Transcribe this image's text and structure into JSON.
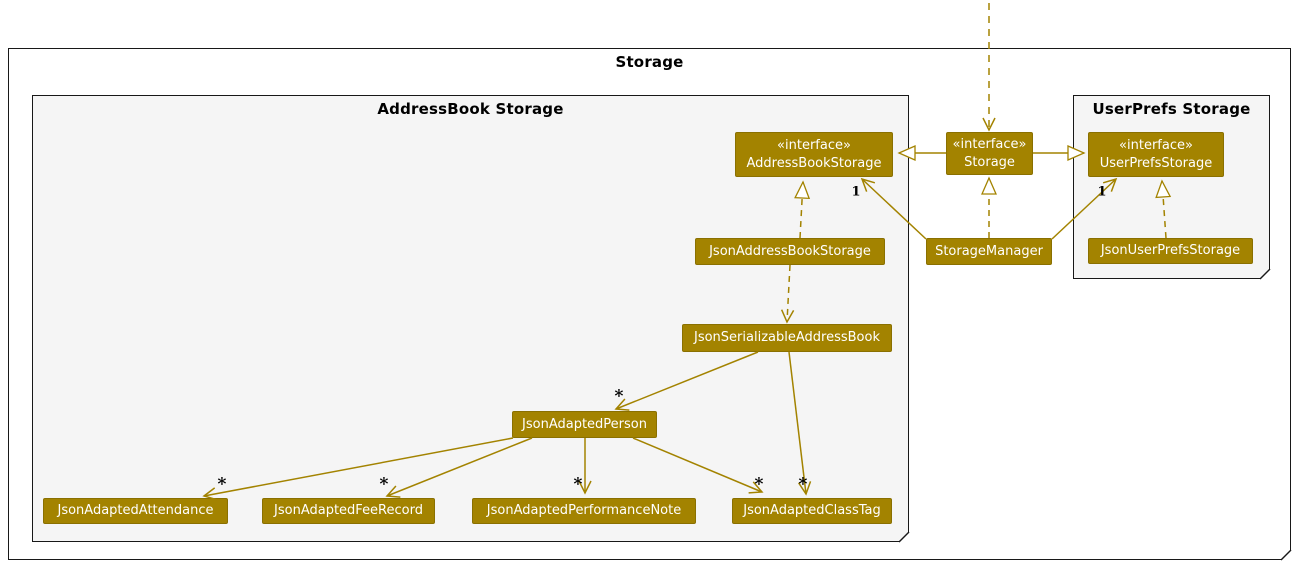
{
  "frames": {
    "outer": {
      "title": "Storage"
    },
    "addressbook": {
      "title": "AddressBook Storage"
    },
    "userprefs": {
      "title": "UserPrefs Storage"
    }
  },
  "nodes": {
    "addressBookStorageInterface": {
      "stereotype": "«interface»",
      "label": "AddressBookStorage"
    },
    "storageInterface": {
      "stereotype": "«interface»",
      "label": "Storage"
    },
    "userPrefsStorageInterface": {
      "stereotype": "«interface»",
      "label": "UserPrefsStorage"
    },
    "jsonAddressBookStorage": {
      "label": "JsonAddressBookStorage"
    },
    "storageManager": {
      "label": "StorageManager"
    },
    "jsonUserPrefsStorage": {
      "label": "JsonUserPrefsStorage"
    },
    "jsonSerializableAddressBook": {
      "label": "JsonSerializableAddressBook"
    },
    "jsonAdaptedPerson": {
      "label": "JsonAdaptedPerson"
    },
    "jsonAdaptedAttendance": {
      "label": "JsonAdaptedAttendance"
    },
    "jsonAdaptedFeeRecord": {
      "label": "JsonAdaptedFeeRecord"
    },
    "jsonAdaptedPerformanceNote": {
      "label": "JsonAdaptedPerformanceNote"
    },
    "jsonAdaptedClassTag": {
      "label": "JsonAdaptedClassTag"
    }
  },
  "multiplicities": {
    "storagemanager_to_addressbookstorage": "1",
    "storagemanager_to_userprefsstorage": "1",
    "serializable_to_person": "*",
    "person_to_attendance": "*",
    "person_to_feerecord": "*",
    "person_to_performancenote": "*",
    "person_to_classtag": "*",
    "serializable_to_classtag": "*"
  },
  "colors": {
    "storage_accent": "#A38300",
    "node_text": "#FFFFFF",
    "frame_background": "#F5F5F5",
    "frame_border": "#181818"
  }
}
